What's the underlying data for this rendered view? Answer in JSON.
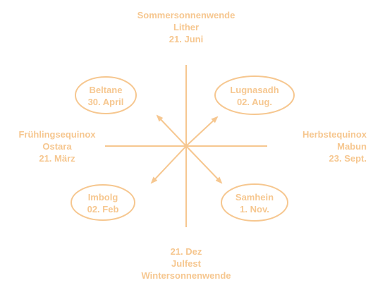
{
  "colors": {
    "accent": "#f6c790"
  },
  "top": [
    "Sommersonnenwende",
    "Lither",
    "21. Juni"
  ],
  "bottom": [
    "21. Dez",
    "Julfest",
    "Wintersonnenwende"
  ],
  "left": [
    "Frühlingsequinox",
    "Ostara",
    "21. März"
  ],
  "right": [
    "Herbstequinox",
    "Mabun",
    "23. Sept."
  ],
  "beltane": [
    "Beltane",
    "30. April"
  ],
  "lugnasadh": [
    "Lugnasadh",
    "02. Aug."
  ],
  "imbolg": [
    "Imbolg",
    "02. Feb"
  ],
  "samhein": [
    "Samhein",
    "1. Nov."
  ]
}
